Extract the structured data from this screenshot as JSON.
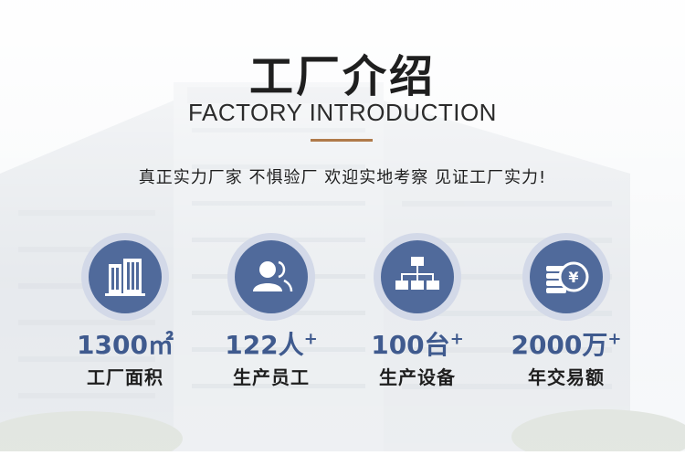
{
  "header": {
    "title": "工厂介绍",
    "subtitle": "FACTORY INTRODUCTION",
    "slogan": "真正实力厂家 不惧验厂 欢迎实地考察 见证工厂实力!"
  },
  "colors": {
    "accent_line": "#b07a4a",
    "icon_circle": "#506a9b",
    "icon_ring": "#d3d9e8",
    "value_text": "#3f5a8e"
  },
  "stats": [
    {
      "value": "1300",
      "unit": "㎡",
      "suffix": "",
      "label": "工厂面积",
      "icon": "building-icon"
    },
    {
      "value": "122",
      "unit": "人",
      "suffix": "+",
      "label": "生产员工",
      "icon": "users-icon"
    },
    {
      "value": "100",
      "unit": "台",
      "suffix": "+",
      "label": "生产设备",
      "icon": "network-icon"
    },
    {
      "value": "2000",
      "unit": "万",
      "suffix": "+",
      "label": "年交易额",
      "icon": "coins-yen-icon"
    }
  ]
}
